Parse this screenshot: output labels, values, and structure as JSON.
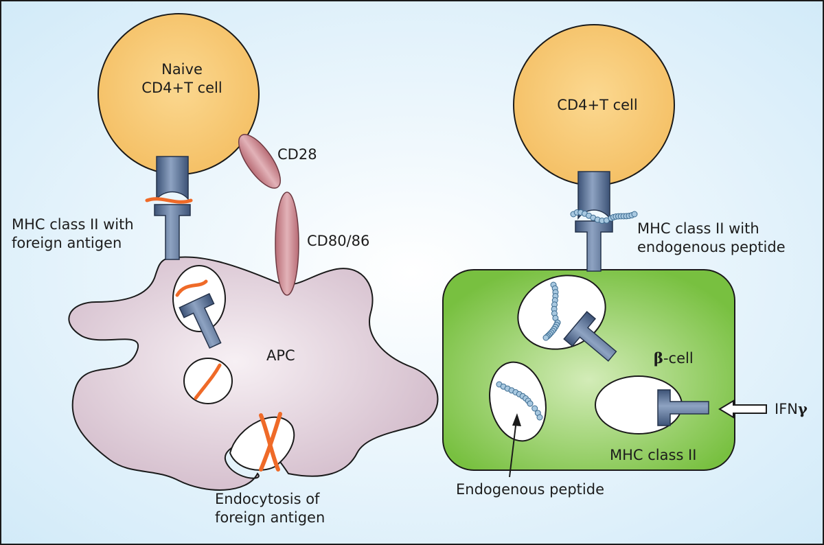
{
  "colors": {
    "background_center": "#ffffff",
    "background_edge": "#cfe9f8",
    "t_cell": "#f6c46d",
    "apc": "#d8c3cf",
    "beta_cell": "#7ac143",
    "receptor": "#51698e",
    "antigen": "#ef6a28",
    "costimulatory": "#c87d85",
    "peptide_bead": "#a8c8e0"
  },
  "icons": {
    "tcr": "t-cell-receptor-icon",
    "mhc": "mhc-class-ii-icon",
    "peptide": "bead-chain-peptide-icon",
    "signal": "hollow-arrow-icon"
  },
  "left_panel": {
    "t_cell_label_line1": "Naive",
    "t_cell_label_line2": "CD4+T cell",
    "cd28_label": "CD28",
    "cd80_label": "CD80/86",
    "mhc_label_line1": "MHC class II with",
    "mhc_label_line2": "foreign antigen",
    "apc_label": "APC",
    "endocytosis_label_line1": "Endocytosis of",
    "endocytosis_label_line2": "foreign antigen"
  },
  "right_panel": {
    "t_cell_label": "CD4+T cell",
    "mhc_label_line1": "MHC class II with",
    "mhc_label_line2": "endogenous peptide",
    "beta_label_symbol": "β",
    "beta_label_suffix": "-cell",
    "ifn_label_prefix": "IFN",
    "ifn_label_symbol": "γ",
    "mhc_vesicle_label": "MHC class II",
    "peptide_label": "Endogenous peptide"
  }
}
